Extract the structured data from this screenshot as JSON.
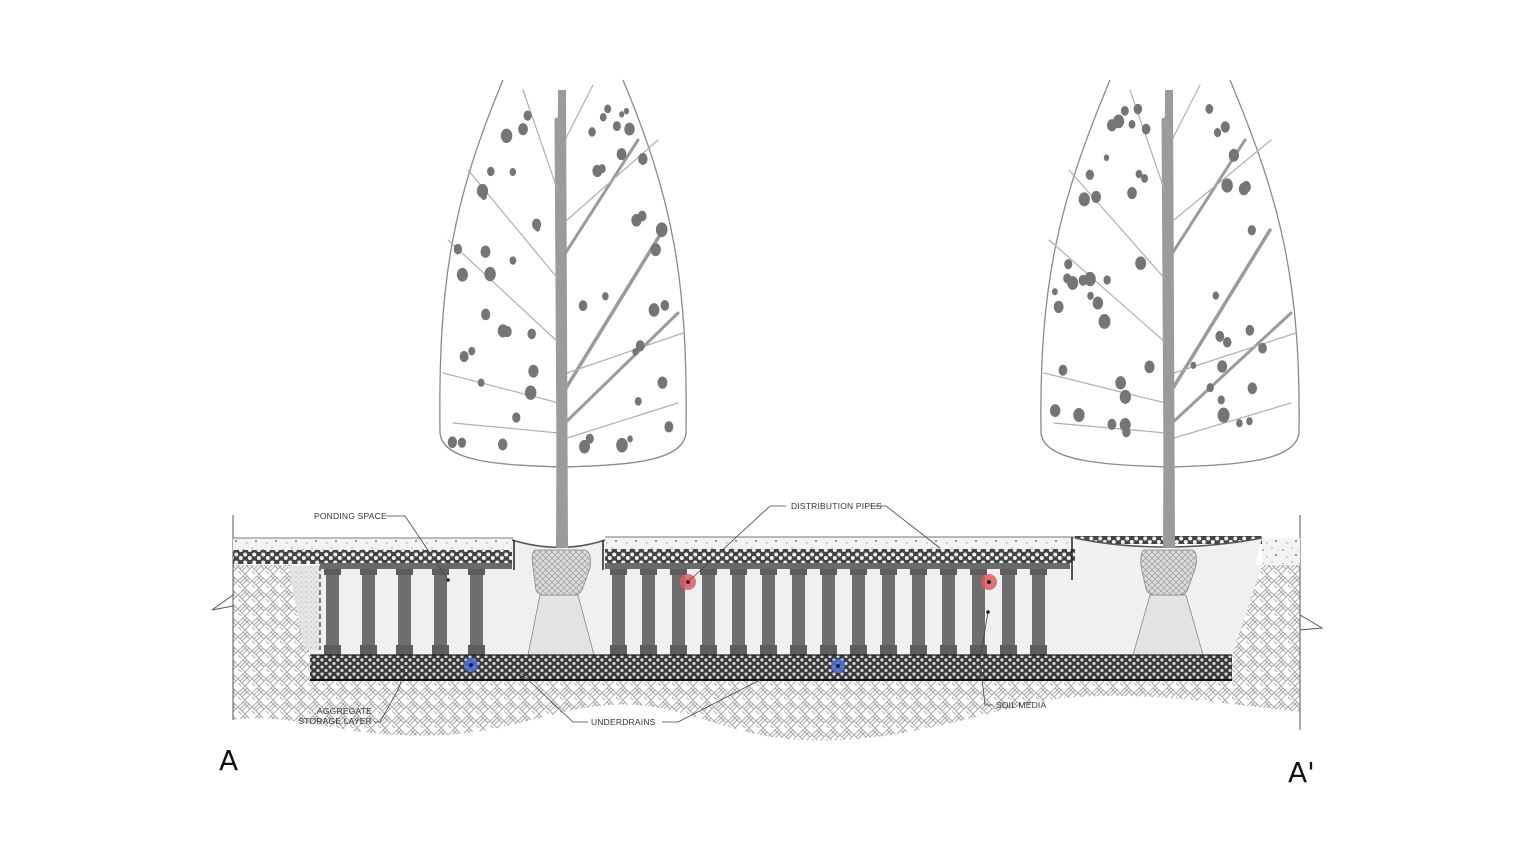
{
  "diagram": {
    "type": "section-drawing",
    "subject": "Bioretention / soil-cell tree planting cross section",
    "section_markers": {
      "left": "A",
      "right": "A'"
    },
    "labels": {
      "ponding_space": "PONDING SPACE",
      "distribution_pipes": "DISTRIBUTION PIPES",
      "aggregate_storage_layer_line1": "AGGREGATE",
      "aggregate_storage_layer_line2": "STORAGE LAYER",
      "underdrains": "UNDERDRAINS",
      "soil_media": "SOIL MEDIA"
    },
    "elements": {
      "trees": [
        {
          "id": "tree-1",
          "position": "left-center"
        },
        {
          "id": "tree-2",
          "position": "right"
        }
      ],
      "distribution_pipes": [
        {
          "id": "pipe-1",
          "color": "#e05a5a"
        },
        {
          "id": "pipe-2",
          "color": "#e05a5a"
        }
      ],
      "underdrains": [
        {
          "id": "drain-1",
          "color": "#4a6fe0"
        },
        {
          "id": "drain-2",
          "color": "#4a6fe0"
        }
      ]
    },
    "colors": {
      "background": "#ffffff",
      "soil_cell_column": "#6e6e6e",
      "soil_media_fill": "#ececec",
      "aggregate_fill": "#3f3f3f",
      "pavement_fill": "#f1f1f1",
      "native_soil_hatch": "#9a9a9a",
      "tree_trunk": "#9b9b9b",
      "tree_outline": "#8a8a8a",
      "tree_dots": "#757575",
      "distribution_pipe": "#e05a5a",
      "underdrain": "#4a6fe0"
    }
  }
}
